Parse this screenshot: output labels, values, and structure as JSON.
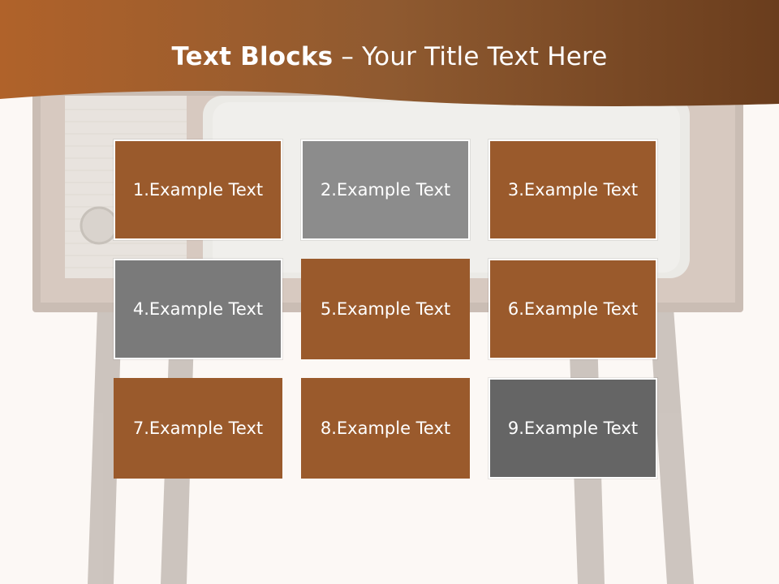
{
  "slide": {
    "title_bold": "Text Blocks",
    "title_rest": "– Your Title Text Here"
  },
  "colors": {
    "brown": "#9a5a2c",
    "gray": "#8c8c8c",
    "gray_mid": "#7a7a7a",
    "gray_dark": "#656565",
    "background": "#fcf8f5"
  },
  "blocks": [
    {
      "label": "1.Example Text",
      "color": "#9a5a2c",
      "outlined": true
    },
    {
      "label": "2.Example Text",
      "color": "#8c8c8c",
      "outlined": true
    },
    {
      "label": "3.Example Text",
      "color": "#9a5a2c",
      "outlined": true
    },
    {
      "label": "4.Example Text",
      "color": "#7a7a7a",
      "outlined": true
    },
    {
      "label": "5.Example Text",
      "color": "#9a5a2c",
      "outlined": false
    },
    {
      "label": "6.Example Text",
      "color": "#9a5a2c",
      "outlined": true
    },
    {
      "label": "7.Example Text",
      "color": "#9a5a2c",
      "outlined": false
    },
    {
      "label": "8.Example Text",
      "color": "#9a5a2c",
      "outlined": false
    },
    {
      "label": "9.Example Text",
      "color": "#656565",
      "outlined": true
    }
  ]
}
